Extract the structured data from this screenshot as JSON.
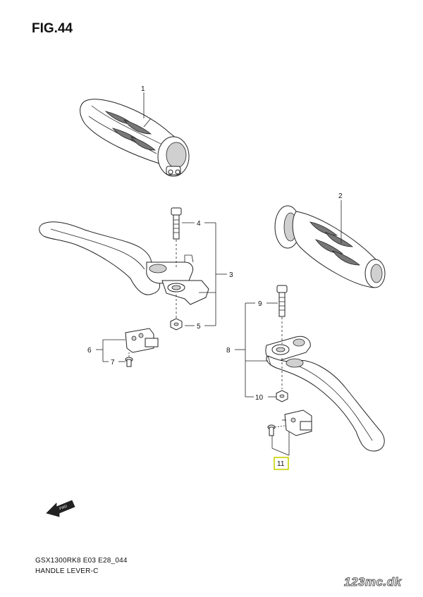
{
  "figure": {
    "title": "FIG.44"
  },
  "footer": {
    "model_code": "GSX1300RK8 E03 E28_044",
    "diagram_name": "HANDLE LEVER-C"
  },
  "watermark": "123mc.dk",
  "fwd_label": "FWD",
  "highlight_color": "#c8d400",
  "callouts": [
    {
      "id": "1",
      "label": "1"
    },
    {
      "id": "2",
      "label": "2"
    },
    {
      "id": "3",
      "label": "3"
    },
    {
      "id": "4",
      "label": "4"
    },
    {
      "id": "5",
      "label": "5"
    },
    {
      "id": "6",
      "label": "6"
    },
    {
      "id": "7",
      "label": "7"
    },
    {
      "id": "8",
      "label": "8"
    },
    {
      "id": "9",
      "label": "9"
    },
    {
      "id": "10",
      "label": "10"
    },
    {
      "id": "11",
      "label": "11",
      "highlighted": true
    }
  ]
}
